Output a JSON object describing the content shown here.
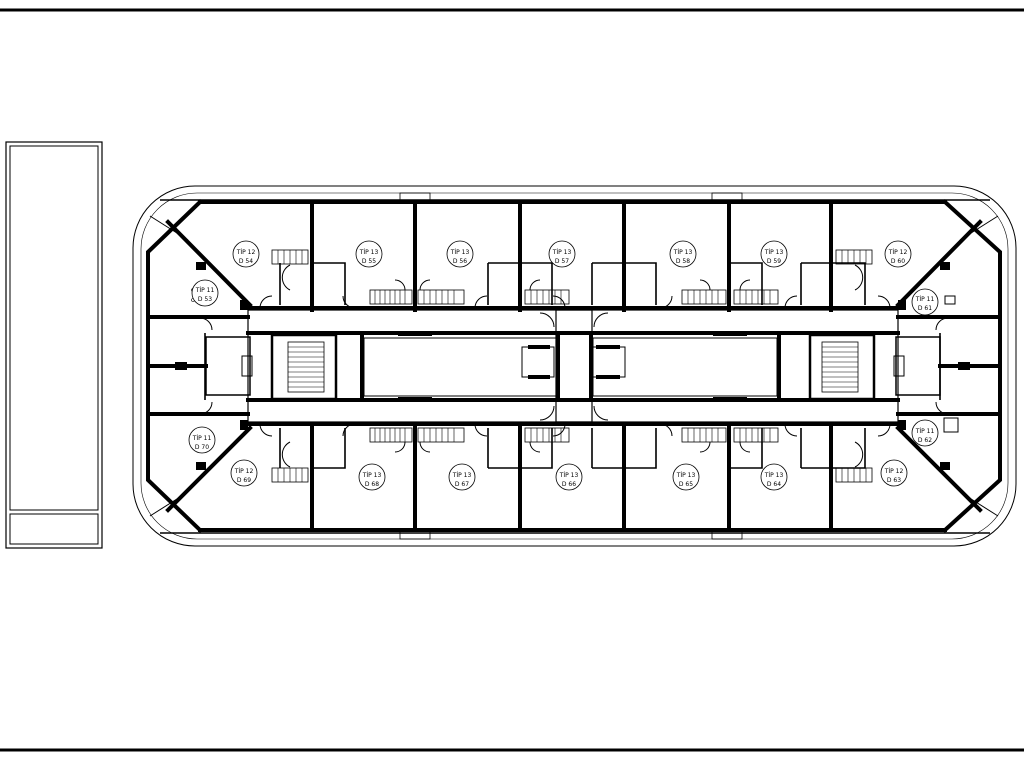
{
  "drawing": {
    "title_block": {
      "main_panel_text": "",
      "sub_panel_text": ""
    }
  },
  "units_top": [
    {
      "tip": "TİP 12",
      "no": "D 54"
    },
    {
      "tip": "TİP 13",
      "no": "D 55"
    },
    {
      "tip": "TİP 13",
      "no": "D 56"
    },
    {
      "tip": "TİP 13",
      "no": "D 57"
    },
    {
      "tip": "TİP 13",
      "no": "D 58"
    },
    {
      "tip": "TİP 13",
      "no": "D 59"
    },
    {
      "tip": "TİP 12",
      "no": "D 60"
    }
  ],
  "units_bottom": [
    {
      "tip": "TİP 12",
      "no": "D 69"
    },
    {
      "tip": "TİP 13",
      "no": "D 68"
    },
    {
      "tip": "TİP 13",
      "no": "D 67"
    },
    {
      "tip": "TİP 13",
      "no": "D 66"
    },
    {
      "tip": "TİP 13",
      "no": "D 65"
    },
    {
      "tip": "TİP 13",
      "no": "D 64"
    },
    {
      "tip": "TİP 12",
      "no": "D 63"
    }
  ],
  "units_side": [
    {
      "tip": "TİP 11",
      "no": "D 53"
    },
    {
      "tip": "TİP 11",
      "no": "D 70"
    },
    {
      "tip": "TİP 11",
      "no": "D 61"
    },
    {
      "tip": "TİP 11",
      "no": "D 62"
    }
  ]
}
